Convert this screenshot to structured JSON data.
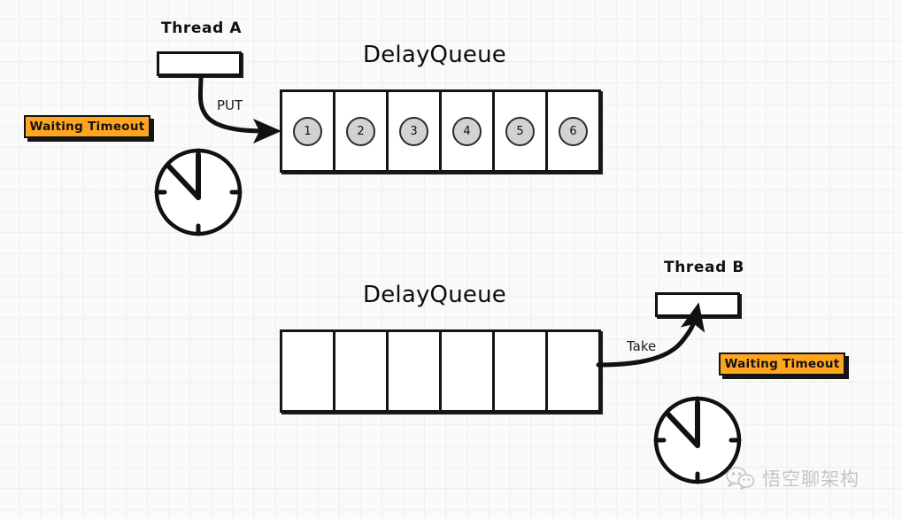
{
  "diagram": {
    "background_color": "#fafafa",
    "grid_color": "#efefef",
    "accent_color": "#ffa51f",
    "stroke_color": "#111111",
    "token_fill": "#d2d2d2"
  },
  "top_section": {
    "thread_label": "Thread A",
    "queue_title": "DelayQueue",
    "flow_label": "PUT",
    "badge_label": "Waiting Timeout",
    "cells": [
      {
        "value": "1",
        "filled": true
      },
      {
        "value": "2",
        "filled": true
      },
      {
        "value": "3",
        "filled": true
      },
      {
        "value": "4",
        "filled": true
      },
      {
        "value": "5",
        "filled": true
      },
      {
        "value": "6",
        "filled": true
      }
    ]
  },
  "bottom_section": {
    "thread_label": "Thread B",
    "queue_title": "DelayQueue",
    "flow_label": "Take",
    "badge_label": "Waiting Timeout",
    "cells": [
      {
        "value": "",
        "filled": false
      },
      {
        "value": "",
        "filled": false
      },
      {
        "value": "",
        "filled": false
      },
      {
        "value": "",
        "filled": false
      },
      {
        "value": "",
        "filled": false
      },
      {
        "value": "",
        "filled": false
      }
    ]
  },
  "watermark": {
    "text": "悟空聊架构",
    "icon": "wechat-icon"
  }
}
